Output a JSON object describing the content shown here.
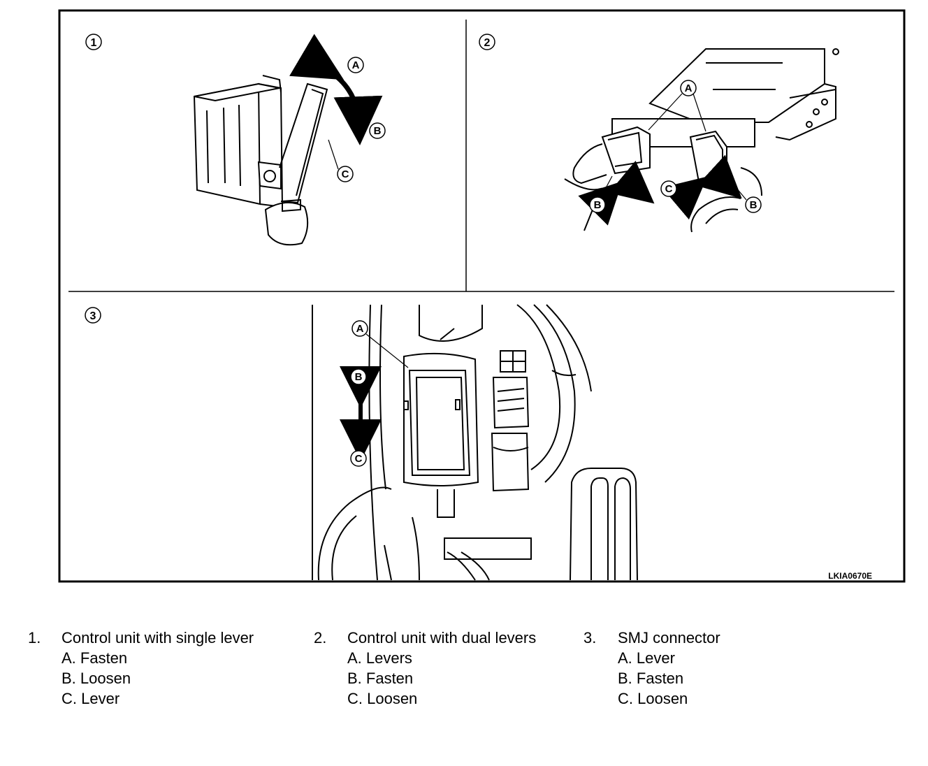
{
  "figure": {
    "code": "LKIA0670E",
    "panels": [
      {
        "number": "1",
        "callouts": [
          "A",
          "B",
          "C"
        ]
      },
      {
        "number": "2",
        "callouts": [
          "A",
          "B",
          "C",
          "B"
        ]
      },
      {
        "number": "3",
        "callouts": [
          "A",
          "B",
          "C"
        ]
      }
    ]
  },
  "legend": [
    {
      "number": "1.",
      "title": "Control unit with single lever",
      "items": [
        "A. Fasten",
        "B. Loosen",
        "C. Lever"
      ]
    },
    {
      "number": "2.",
      "title": "Control unit with dual levers",
      "items": [
        "A. Levers",
        "B. Fasten",
        "C. Loosen"
      ]
    },
    {
      "number": "3.",
      "title": "SMJ connector",
      "items": [
        "A. Lever",
        "B. Fasten",
        "C. Loosen"
      ]
    }
  ]
}
